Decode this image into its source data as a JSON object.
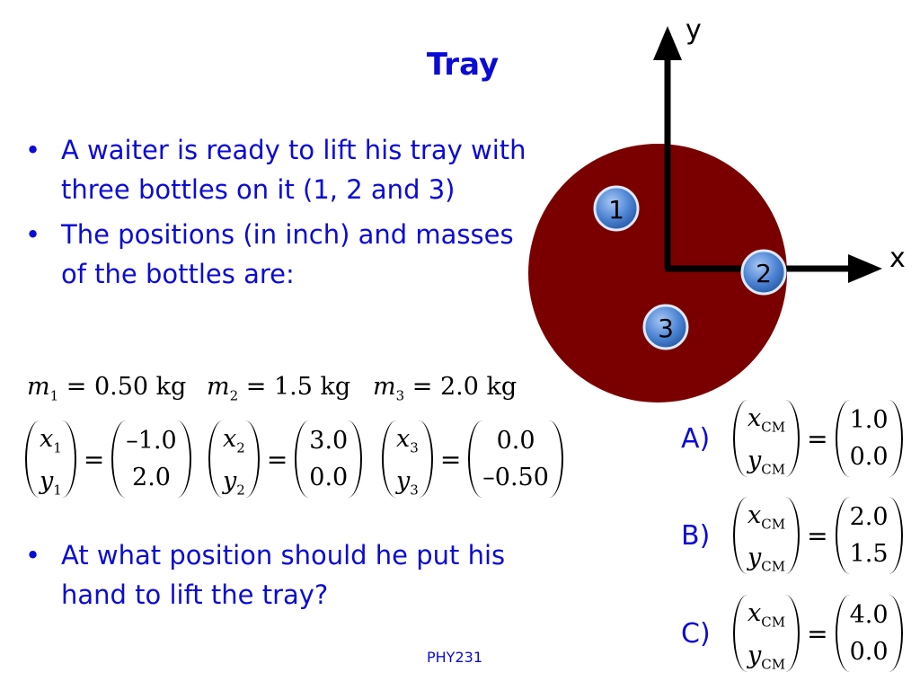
{
  "slide": {
    "title": "Tray",
    "bullets": [
      "A waiter is ready to lift  his tray with three bottles on it (1, 2 and 3)",
      "The positions (in inch) and masses of the bottles are:",
      "At what position should he put his hand to lift the tray?"
    ],
    "bullet_symbol": "•",
    "footer": "PHY231"
  },
  "masses": [
    {
      "sym": "m",
      "sub": "1",
      "eq": " = 0.50 kg"
    },
    {
      "sym": "m",
      "sub": "2",
      "eq": " = 1.5 kg"
    },
    {
      "sym": "m",
      "sub": "3",
      "eq": " = 2.0 kg"
    }
  ],
  "positions": [
    {
      "x_sub": "1",
      "y_sub": "1",
      "x": "–1.0",
      "y": "2.0"
    },
    {
      "x_sub": "2",
      "y_sub": "2",
      "x": "3.0",
      "y": "0.0"
    },
    {
      "x_sub": "3",
      "y_sub": "3",
      "x": "0.0",
      "y": "–0.50"
    }
  ],
  "var_x": "x",
  "var_y": "y",
  "equals": "=",
  "cm_sub": "CM",
  "choices": [
    {
      "label": "A)",
      "x": "1.0",
      "y": "0.0"
    },
    {
      "label": "B)",
      "x": "2.0",
      "y": "1.5"
    },
    {
      "label": "C)",
      "x": "4.0",
      "y": "0.0"
    }
  ],
  "diagram": {
    "axis_y_label": "y",
    "axis_x_label": "x",
    "bottle_labels": [
      "1",
      "2",
      "3"
    ],
    "tray_color": "#7a0000",
    "bottle_color": "#4f86d6"
  }
}
